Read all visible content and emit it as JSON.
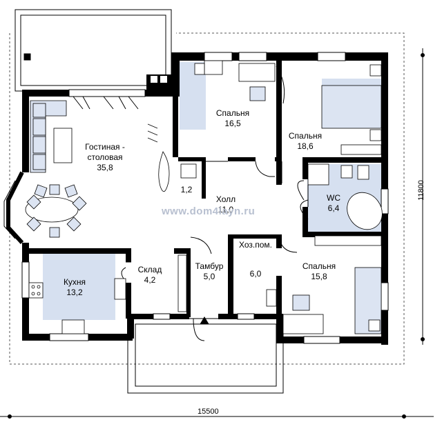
{
  "rooms": [
    {
      "id": "living",
      "name": "Гостиная -",
      "name2": "столовая",
      "area": "35,8"
    },
    {
      "id": "bed1",
      "name": "Спальня",
      "area": "16,5"
    },
    {
      "id": "bed2",
      "name": "Спальня",
      "area": "18,6"
    },
    {
      "id": "wc_small",
      "name": "",
      "area": "1,2"
    },
    {
      "id": "hall",
      "name": "Холл",
      "area": "11,0"
    },
    {
      "id": "wc",
      "name": "WC",
      "area": "6,4"
    },
    {
      "id": "util",
      "name": "Хоз.пом.",
      "area": "6,0"
    },
    {
      "id": "vest",
      "name": "Тамбур",
      "area": "5,0"
    },
    {
      "id": "store",
      "name": "Склад",
      "area": "4,2"
    },
    {
      "id": "kitchen",
      "name": "Кухня",
      "area": "13,2"
    },
    {
      "id": "bed3",
      "name": "Спальня",
      "area": "15,8"
    }
  ],
  "dimensions": {
    "width": "15500",
    "height": "11800"
  },
  "watermark": "www.dom4layn.ru",
  "colors": {
    "wall": "#000000",
    "room_fill": "#d6e0f0",
    "furniture": "#dce4f2",
    "dash": "#555555"
  }
}
